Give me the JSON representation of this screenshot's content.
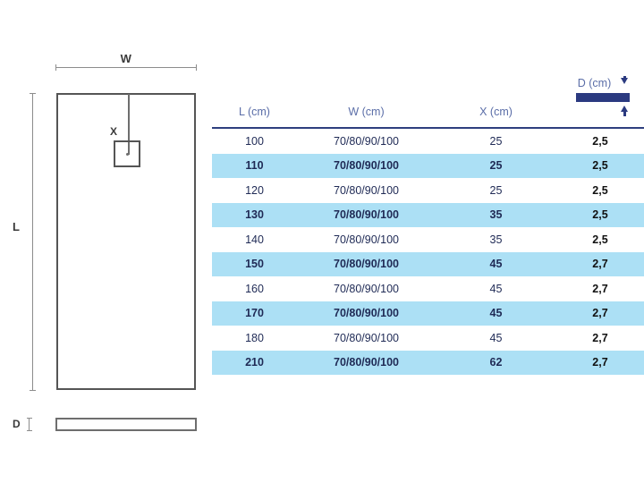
{
  "diagram": {
    "label_w": "W",
    "label_l": "L",
    "label_x": "X",
    "label_d": "D"
  },
  "table": {
    "columns": [
      {
        "key": "l",
        "label": "L (cm)"
      },
      {
        "key": "w",
        "label": "W (cm)"
      },
      {
        "key": "x",
        "label": "X (cm)"
      },
      {
        "key": "d",
        "label": "D (cm)"
      }
    ],
    "rows": [
      {
        "l": "100",
        "w": "70/80/90/100",
        "x": "25",
        "d": "2,5"
      },
      {
        "l": "110",
        "w": "70/80/90/100",
        "x": "25",
        "d": "2,5"
      },
      {
        "l": "120",
        "w": "70/80/90/100",
        "x": "25",
        "d": "2,5"
      },
      {
        "l": "130",
        "w": "70/80/90/100",
        "x": "35",
        "d": "2,5"
      },
      {
        "l": "140",
        "w": "70/80/90/100",
        "x": "35",
        "d": "2,5"
      },
      {
        "l": "150",
        "w": "70/80/90/100",
        "x": "45",
        "d": "2,7"
      },
      {
        "l": "160",
        "w": "70/80/90/100",
        "x": "45",
        "d": "2,7"
      },
      {
        "l": "170",
        "w": "70/80/90/100",
        "x": "45",
        "d": "2,7"
      },
      {
        "l": "180",
        "w": "70/80/90/100",
        "x": "45",
        "d": "2,7"
      },
      {
        "l": "210",
        "w": "70/80/90/100",
        "x": "62",
        "d": "2,7"
      }
    ]
  },
  "colors": {
    "header_text": "#5b6ea8",
    "header_rule": "#2e3f7f",
    "row_stripe": "#ace0f5",
    "body_text": "#1f2a55",
    "depth_bar": "#2b3a80",
    "drawing_line": "#555555",
    "dimension_line": "#8c8c8c",
    "background": "#ffffff"
  }
}
